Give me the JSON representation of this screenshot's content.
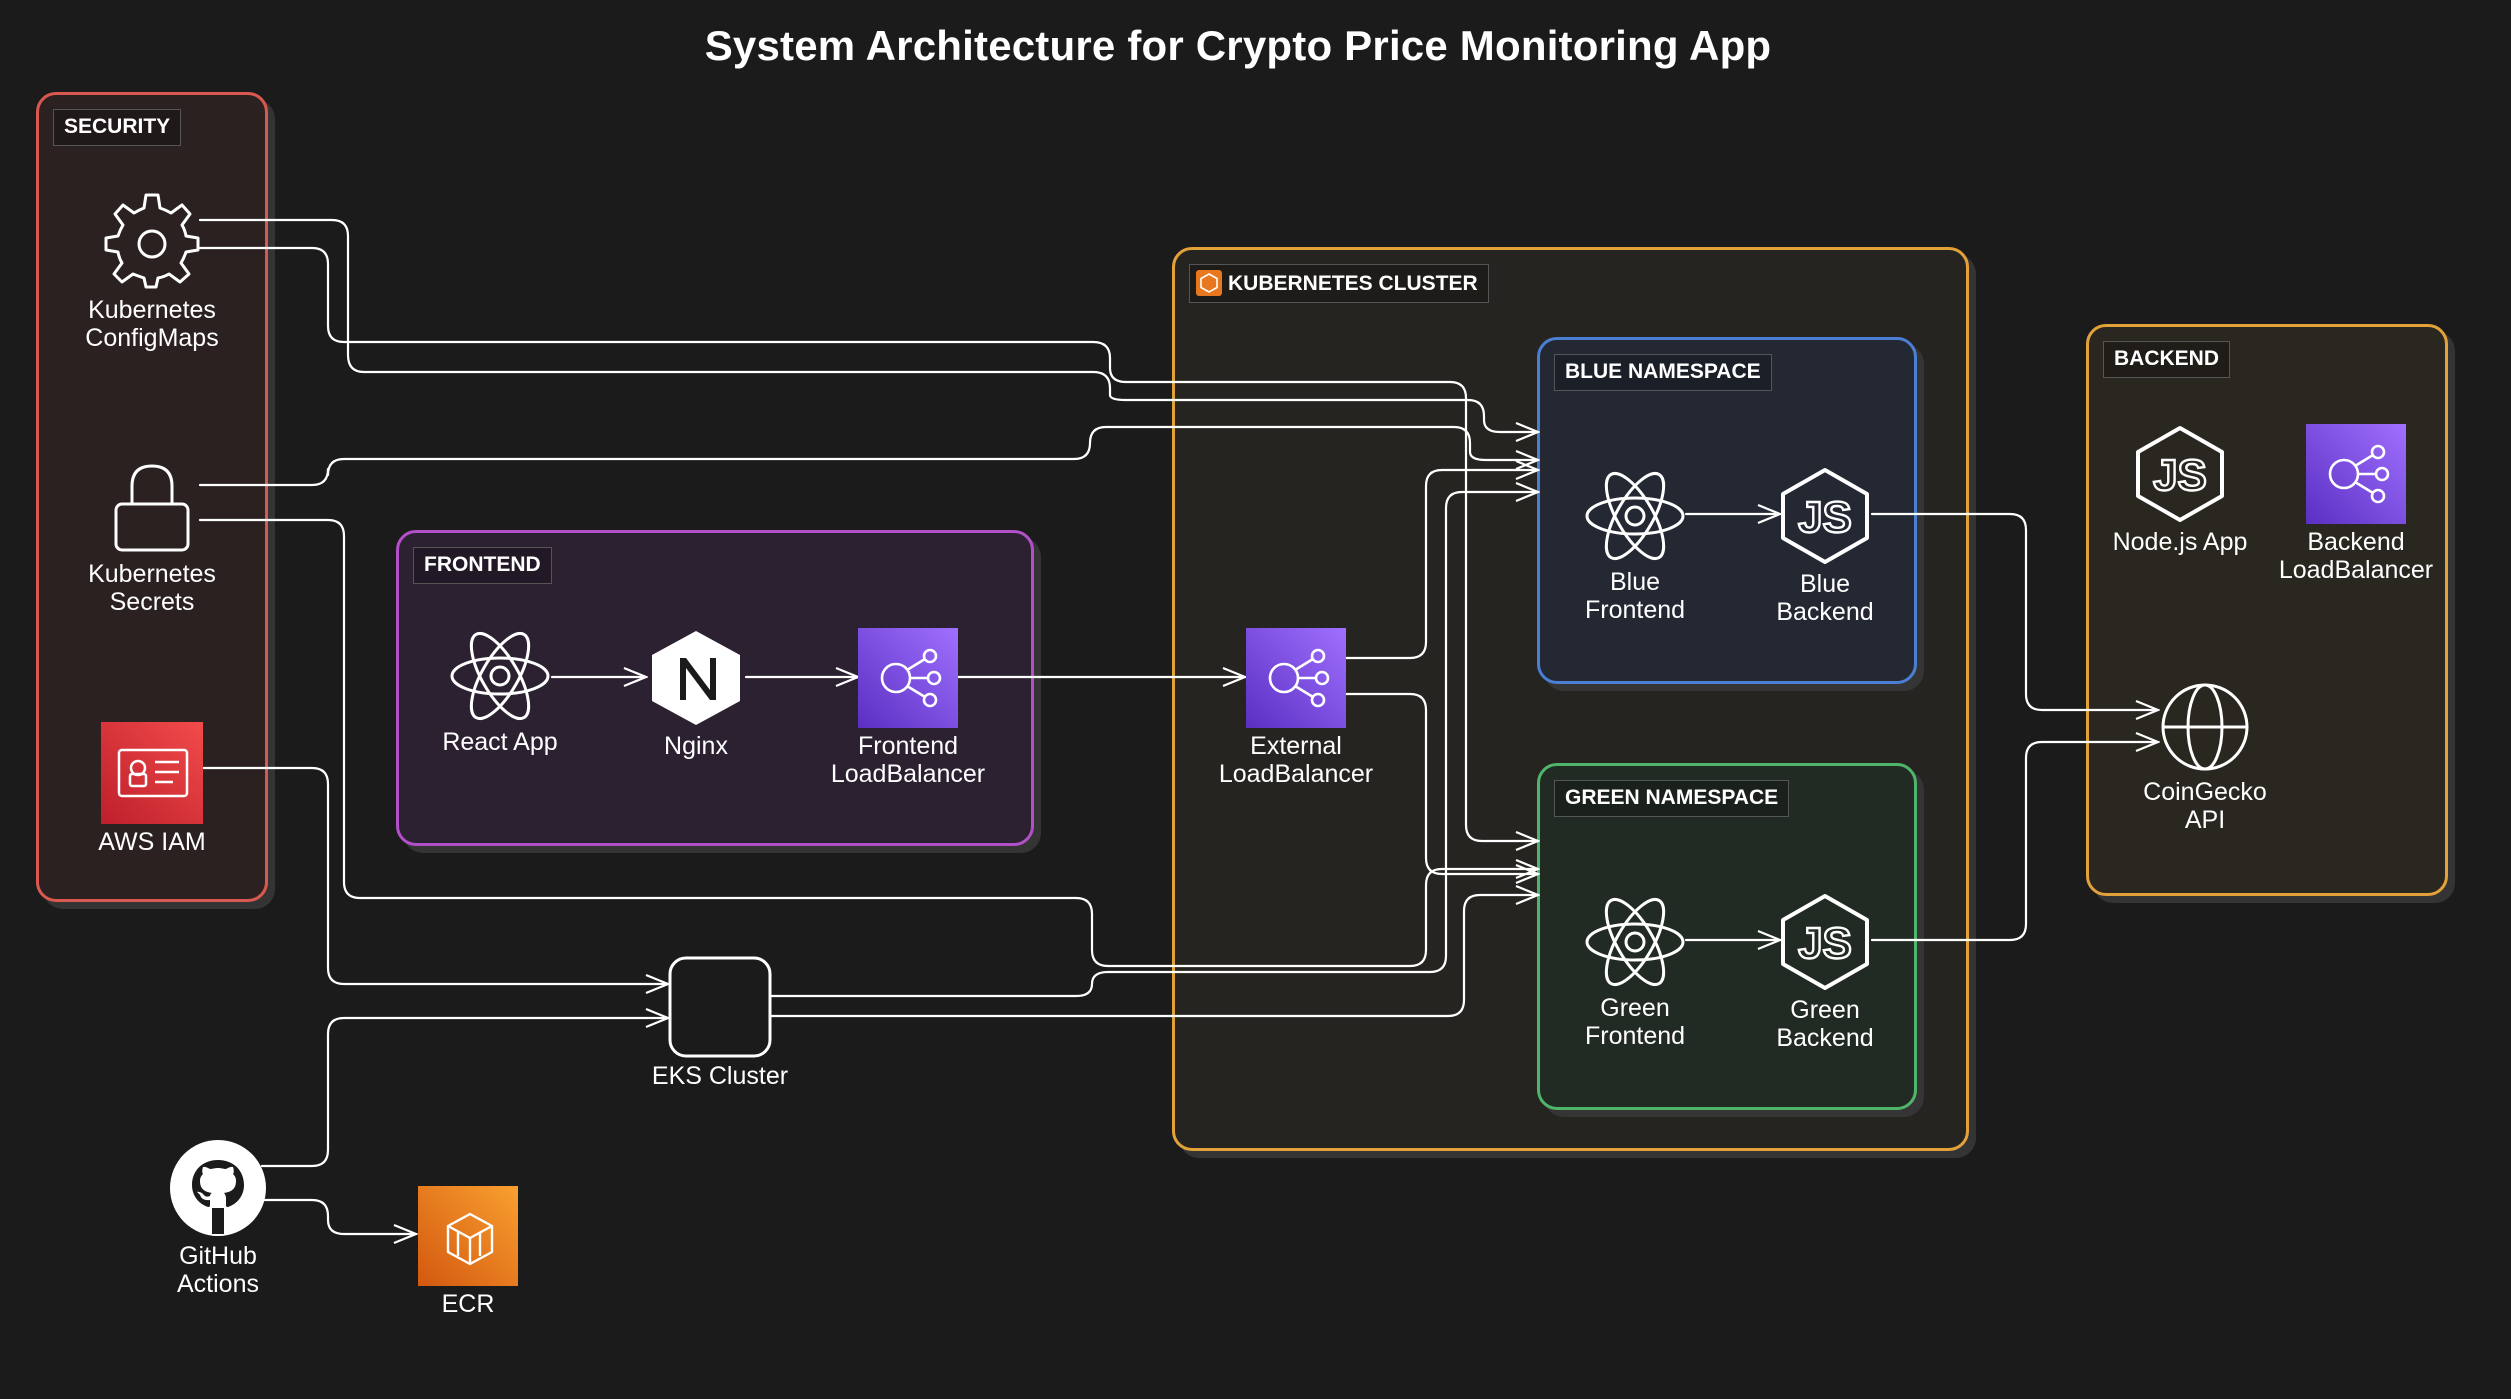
{
  "title": "System Architecture for Crypto Price Monitoring App",
  "groups": {
    "security": "SECURITY",
    "frontend": "FRONTEND",
    "kubernetes": "KUBERNETES CLUSTER",
    "blue": "BLUE NAMESPACE",
    "green": "GREEN NAMESPACE",
    "backend": "BACKEND"
  },
  "nodes": {
    "configmaps": "Kubernetes\nConfigMaps",
    "secrets": "Kubernetes\nSecrets",
    "iam": "AWS IAM",
    "react_app": "React App",
    "nginx": "Nginx",
    "frontend_lb": "Frontend\nLoadBalancer",
    "external_lb": "External\nLoadBalancer",
    "blue_frontend": "Blue\nFrontend",
    "blue_backend": "Blue\nBackend",
    "green_frontend": "Green\nFrontend",
    "green_backend": "Green\nBackend",
    "nodejs_app": "Node.js App",
    "backend_lb": "Backend\nLoadBalancer",
    "coingecko": "CoinGecko\nAPI",
    "eks": "EKS Cluster",
    "github": "GitHub\nActions",
    "ecr": "ECR"
  },
  "colors": {
    "security": "#d9584f",
    "frontend": "#b24fc9",
    "kubernetes": "#e3a13a",
    "blue": "#4a7fd4",
    "green": "#4fb56a",
    "backend": "#e3a13a",
    "aws_purple": "#7b3fe4",
    "aws_red": "#d92b2b",
    "aws_orange": "#e8781f"
  },
  "icons": {
    "configmaps": "gear-icon",
    "secrets": "lock-icon",
    "iam": "aws-iam-icon",
    "react": "react-icon",
    "nginx": "nginx-icon",
    "load_balancer": "elastic-load-balancer-icon",
    "nodejs": "nodejs-icon",
    "coingecko": "globe-icon",
    "eks": "blank-node-icon",
    "github": "github-icon",
    "ecr": "aws-ecr-icon"
  },
  "edges": [
    {
      "from": "configmaps",
      "to": "blue_frontend"
    },
    {
      "from": "configmaps",
      "to": "green_frontend"
    },
    {
      "from": "secrets",
      "to": "blue_frontend"
    },
    {
      "from": "secrets",
      "to": "green_frontend"
    },
    {
      "from": "iam",
      "to": "eks"
    },
    {
      "from": "react_app",
      "to": "nginx"
    },
    {
      "from": "nginx",
      "to": "frontend_lb"
    },
    {
      "from": "frontend_lb",
      "to": "external_lb"
    },
    {
      "from": "external_lb",
      "to": "blue_frontend"
    },
    {
      "from": "external_lb",
      "to": "green_frontend"
    },
    {
      "from": "blue_frontend",
      "to": "blue_backend"
    },
    {
      "from": "green_frontend",
      "to": "green_backend"
    },
    {
      "from": "blue_backend",
      "to": "coingecko"
    },
    {
      "from": "green_backend",
      "to": "coingecko"
    },
    {
      "from": "eks",
      "to": "blue_frontend"
    },
    {
      "from": "eks",
      "to": "green_frontend"
    },
    {
      "from": "github",
      "to": "eks"
    },
    {
      "from": "github",
      "to": "ecr"
    }
  ]
}
